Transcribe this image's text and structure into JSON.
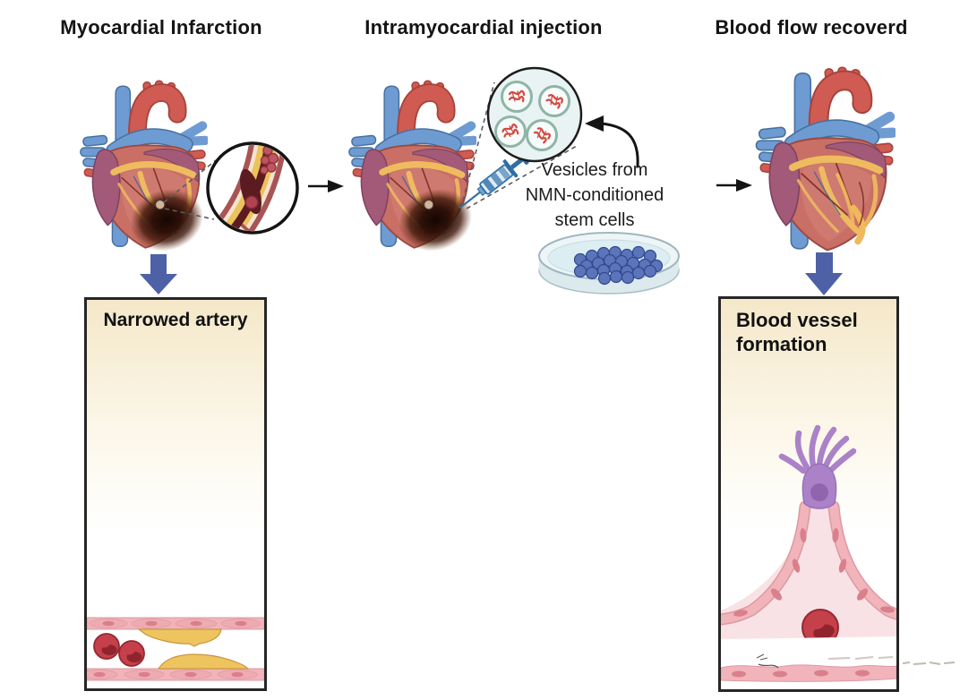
{
  "panels": {
    "left": {
      "title": "Myocardial Infarction"
    },
    "middle": {
      "title": "Intramyocardial injection"
    },
    "right": {
      "title": "Blood flow recoverd"
    }
  },
  "vesicles_label": {
    "line1": "Vesicles from",
    "line2": "NMN-conditioned",
    "line3": "stem cells"
  },
  "boxes": {
    "narrowed_artery": {
      "title": "Narrowed artery"
    },
    "vessel_formation": {
      "title": "Blood vessel formation"
    }
  },
  "illustrations": {
    "heart_infarcted": "anatomical-heart-with-infarct-icon",
    "heart_healthy": "anatomical-heart-icon",
    "magnifier_artery": "magnified-narrowed-artery-icon",
    "syringe": "syringe-icon",
    "vesicle_circle": "vesicles-with-rna-icon",
    "petri_dish": "petri-dish-stem-cells-icon",
    "artery_cross_section": "narrowed-artery-plaque-icon",
    "sprouting_vessel": "sprouting-blood-vessel-tip-cell-icon",
    "arrow_right": "right-arrow-icon",
    "arrow_down": "down-arrow-icon",
    "arrow_curved": "curved-arrow-icon"
  },
  "colors": {
    "heart_red": "#c96f66",
    "aorta_red": "#cf5b52",
    "vein_blue": "#6f9bd3",
    "atrium_mauve": "#a25a78",
    "fat_yellow": "#eebb5f",
    "infarct_dark": "#2d1007",
    "arrow_blue": "#4e61a7",
    "arrow_black": "#141414",
    "box_border": "#262626",
    "box_gradient_top": "#f5e8c9",
    "plaque_yellow": "#eec45f",
    "vessel_wall_pink": "#f1b4ba",
    "rbc_red": "#c5404a",
    "tip_cell_purple": "#ab82c8",
    "vesicle_ring_green": "#8fb5a4",
    "rna_red": "#d6483f",
    "stem_cell_blue": "#5b74ba"
  }
}
